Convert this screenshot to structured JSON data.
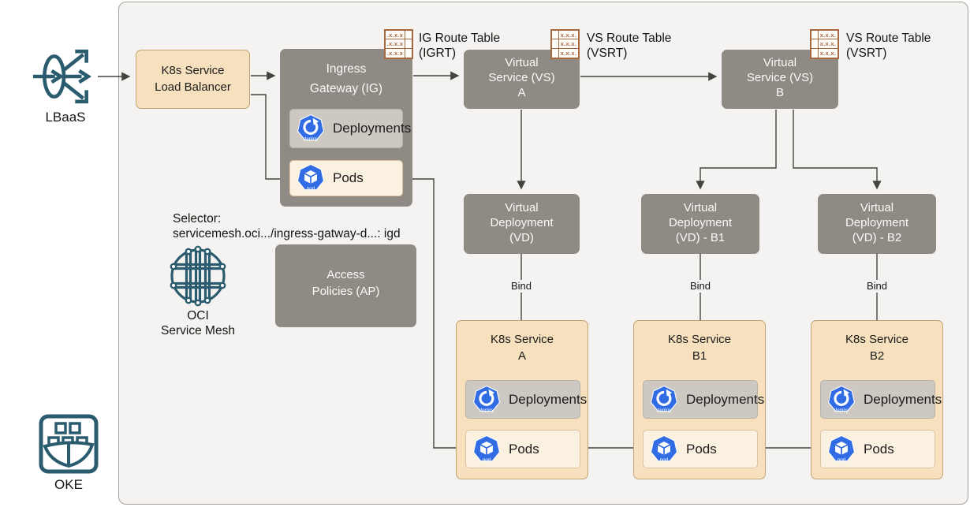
{
  "labels": {
    "lbaas": "LBaaS",
    "oke": "OKE",
    "bind": "Bind"
  },
  "nodes": {
    "lb": {
      "line1": "K8s Service",
      "line2": "Load Balancer"
    },
    "ig": {
      "line1": "Ingress",
      "line2": "Gateway (IG)"
    },
    "vs_a": {
      "line1": "Virtual",
      "line2": "Service (VS)",
      "line3": "A"
    },
    "vs_b": {
      "line1": "Virtual",
      "line2": "Service (VS)",
      "line3": "B"
    },
    "vd_a": {
      "line1": "Virtual",
      "line2": "Deployment",
      "line3": "(VD)"
    },
    "vd_b1": {
      "line1": "Virtual",
      "line2": "Deployment",
      "line3": "(VD) - B1"
    },
    "vd_b2": {
      "line1": "Virtual",
      "line2": "Deployment",
      "line3": "(VD) - B2"
    },
    "ap": {
      "line1": "Access",
      "line2": "Policies (AP)"
    },
    "k8s_a": {
      "line1": "K8s Service",
      "line2": "A"
    },
    "k8s_b1": {
      "line1": "K8s Service",
      "line2": "B1"
    },
    "k8s_b2": {
      "line1": "K8s Service",
      "line2": "B2"
    }
  },
  "rows": {
    "deployments": "Deployments",
    "pods": "Pods"
  },
  "icon_captions": {
    "deploy": "deploy",
    "pod": "pod"
  },
  "route_tables": {
    "igrt": {
      "line1": "IG Route Table",
      "line2": "(IGRT)",
      "cell": ".x.x.x"
    },
    "vsrt_a": {
      "line1": "VS Route Table",
      "line2": "(VSRT)",
      "cell": "x.x.x."
    },
    "vsrt_b": {
      "line1": "VS Route Table",
      "line2": "(VSRT)",
      "cell": "x.x.x."
    }
  },
  "selector": {
    "line1": "Selector:",
    "line2": "servicemesh.oci.../ingress-gatway-d...: igd"
  },
  "mesh_label": {
    "line1": "OCI",
    "line2": "Service Mesh"
  },
  "colors": {
    "panel_bg": "#f4f3f1",
    "panel_border": "#a6a19a",
    "node_gray": "#8f8a83",
    "node_tan": "#f6e0be",
    "tan_border": "#c3a273",
    "row_gray": "#cdc9c2",
    "row_cream": "#faf1e0",
    "teal_icon": "#2a5b6e",
    "route_table_brown": "#a7673f",
    "k8s_blue": "#326ce5",
    "line": "#45433f"
  }
}
